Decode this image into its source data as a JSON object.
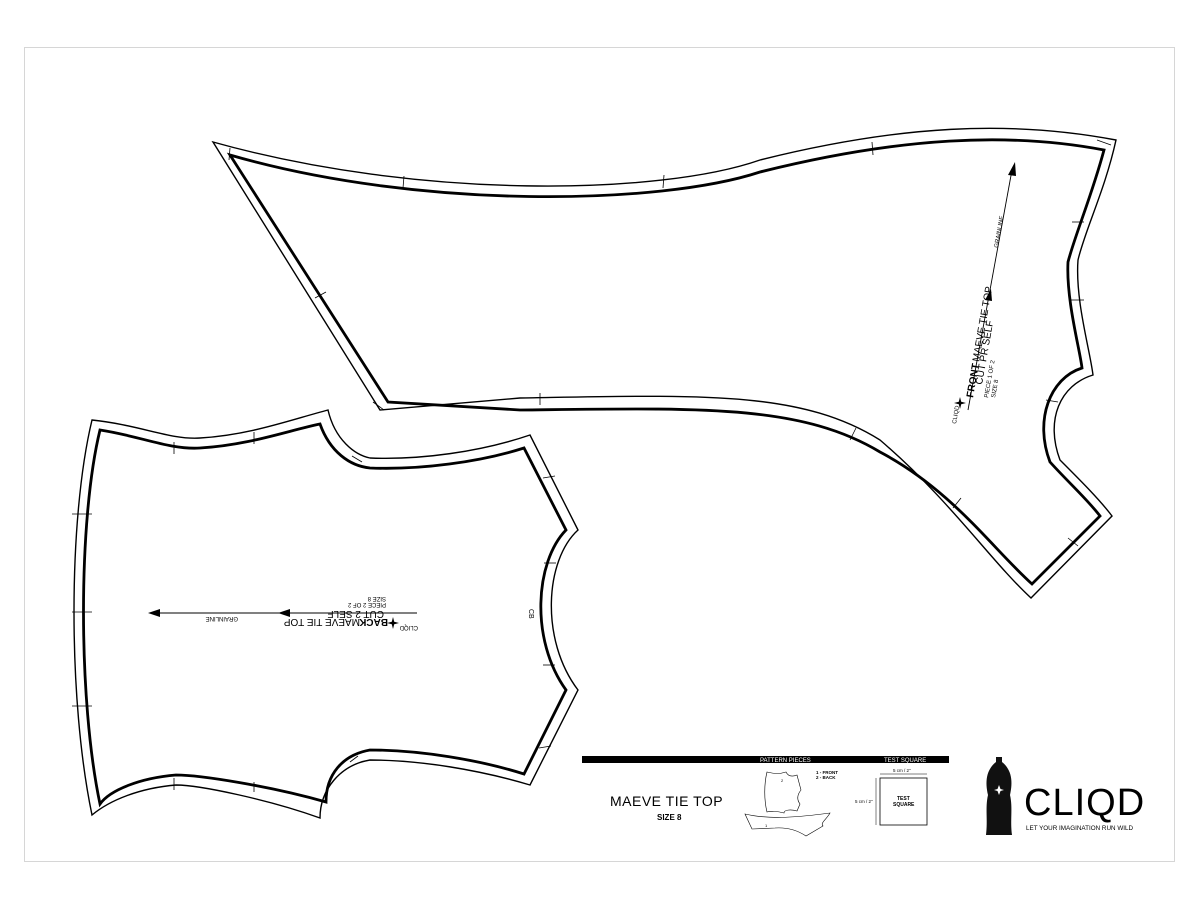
{
  "front_piece": {
    "title": "FRONT",
    "name": "MAEVE TIE TOP",
    "cut": "CUT PR SELF",
    "piece": "PIECE 1 OF 2",
    "size": "SIZE 8",
    "brand": "CLIQD",
    "grainline": "GRAINLINE"
  },
  "back_piece": {
    "title": "BACK",
    "name": "MAEVE TIE TOP",
    "cut": "CUT 2 SELF",
    "piece": "PIECE 2 OF 2",
    "size": "SIZE 8",
    "brand": "CLIQD",
    "grainline": "GRAINLINE",
    "cb_mark": "CB"
  },
  "legend": {
    "pattern_pieces_header": "PATTERN PIECES",
    "test_square_header": "TEST SQUARE",
    "title": "MAEVE TIE TOP",
    "size": "SIZE 8",
    "piece_list": [
      "1 - FRONT",
      "2 - BACK"
    ],
    "thumb_labels": [
      "2",
      "1"
    ],
    "square_width": "5 cm / 2\"",
    "square_height": "5 cm / 2\"",
    "square_label_1": "TEST",
    "square_label_2": "SQUARE"
  },
  "brand": {
    "name": "CLIQD",
    "tagline": "LET YOUR IMAGINATION RUN WILD",
    "logo": "dress-form-icon",
    "color": "#111111"
  }
}
